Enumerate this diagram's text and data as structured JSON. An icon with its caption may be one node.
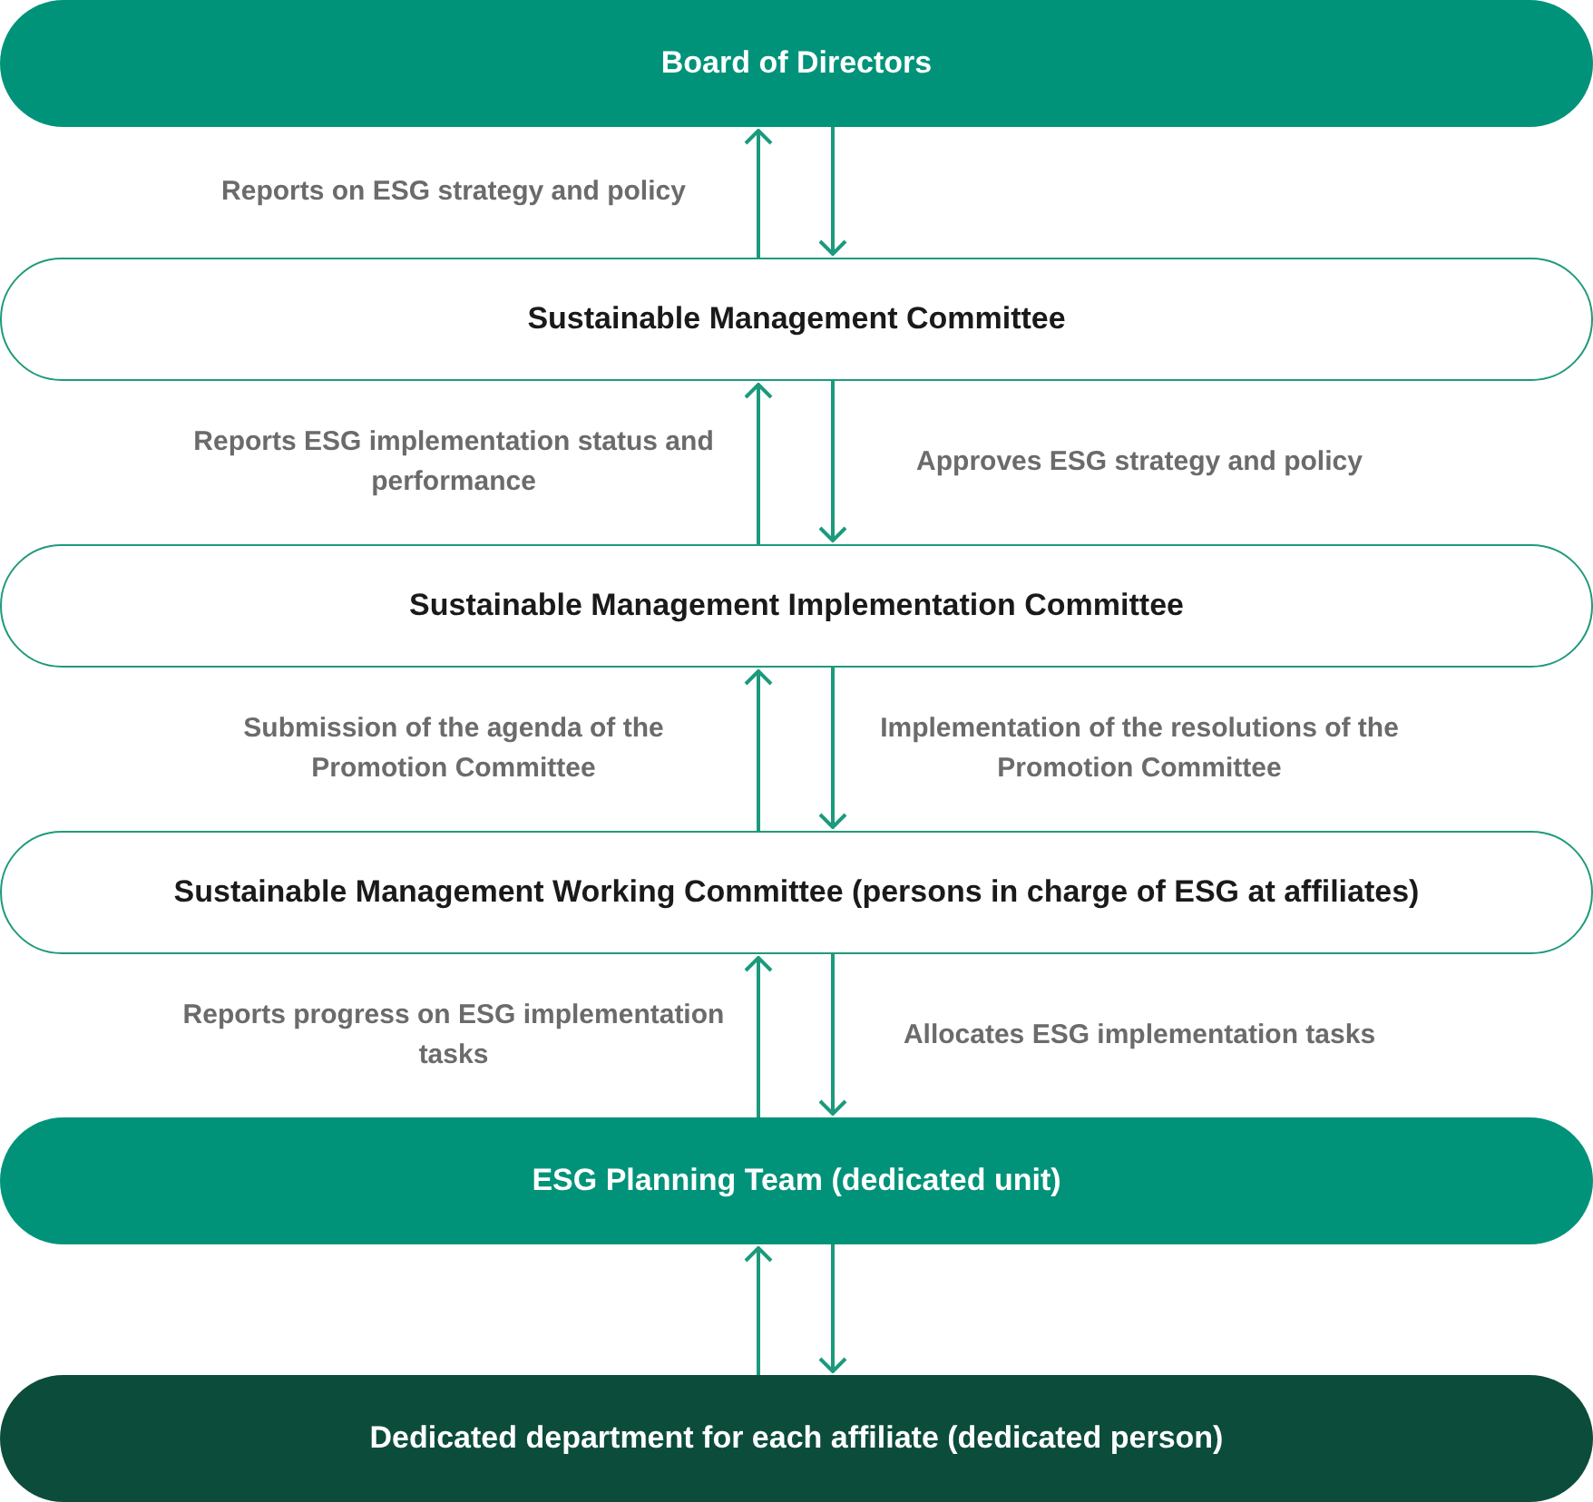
{
  "diagram": {
    "nodes": [
      {
        "text": [
          "Board of Directors"
        ]
      },
      {
        "text": [
          "Sustainable Management Committee"
        ]
      },
      {
        "text": [
          "Sustainable Management Implementation Committee"
        ]
      },
      {
        "text": [
          "Sustainable Management Working Committee (persons in charge of ESG at affiliates)"
        ]
      },
      {
        "text": [
          "ESG Planning Team (dedicated unit)"
        ]
      },
      {
        "text": [
          "Dedicated department for each affiliate (dedicated person)"
        ]
      }
    ],
    "edges": [
      {
        "from": 1,
        "to": 0,
        "arrow": "to",
        "label": "Reports on ESG strategy and policy"
      },
      {
        "from": 0,
        "to": 1,
        "arrow": "to"
      },
      {
        "from": 2,
        "to": 1,
        "arrow": "to",
        "label": "Reports ESG implementation status and performance"
      },
      {
        "from": 1,
        "to": 2,
        "arrow": "to",
        "label": "Approves ESG strategy and policy"
      },
      {
        "from": 3,
        "to": 2,
        "arrow": "to",
        "label": "Submission of the agenda of the Promotion Committee"
      },
      {
        "from": 2,
        "to": 3,
        "arrow": "to",
        "label": "Implementation of the resolutions of the Promotion Committee"
      },
      {
        "from": 4,
        "to": 3,
        "arrow": "to",
        "label": "Reports progress on ESG implementation tasks"
      },
      {
        "from": 3,
        "to": 4,
        "arrow": "to",
        "label": "Allocates ESG implementation tasks"
      },
      {
        "from": 5,
        "to": 4,
        "arrow": "to"
      },
      {
        "from": 4,
        "to": 5,
        "arrow": "to"
      }
    ]
  }
}
